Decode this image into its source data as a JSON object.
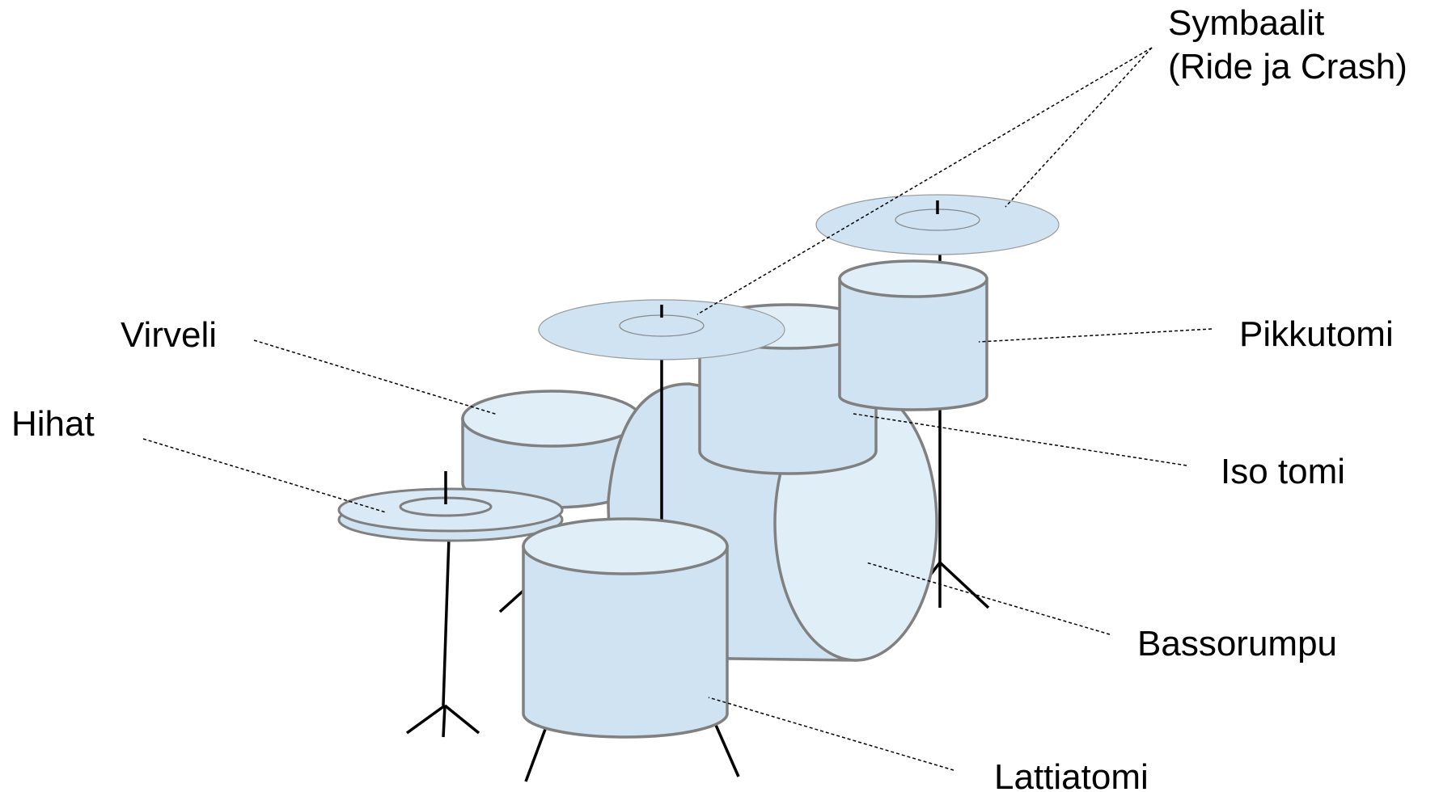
{
  "diagram": {
    "labels": {
      "cymbals_line1": "Symbaalit",
      "cymbals_line2": "(Ride ja Crash)",
      "snare": "Virveli",
      "hihat": "Hihat",
      "small_tom": "Pikkutomi",
      "big_tom": "Iso tomi",
      "bass_drum": "Bassorumpu",
      "floor_tom": "Lattiatomi"
    },
    "colors": {
      "drum_top": "#e0eef8",
      "drum_side": "#cfe3f2",
      "outline": "#808080",
      "stand": "#000000"
    }
  }
}
